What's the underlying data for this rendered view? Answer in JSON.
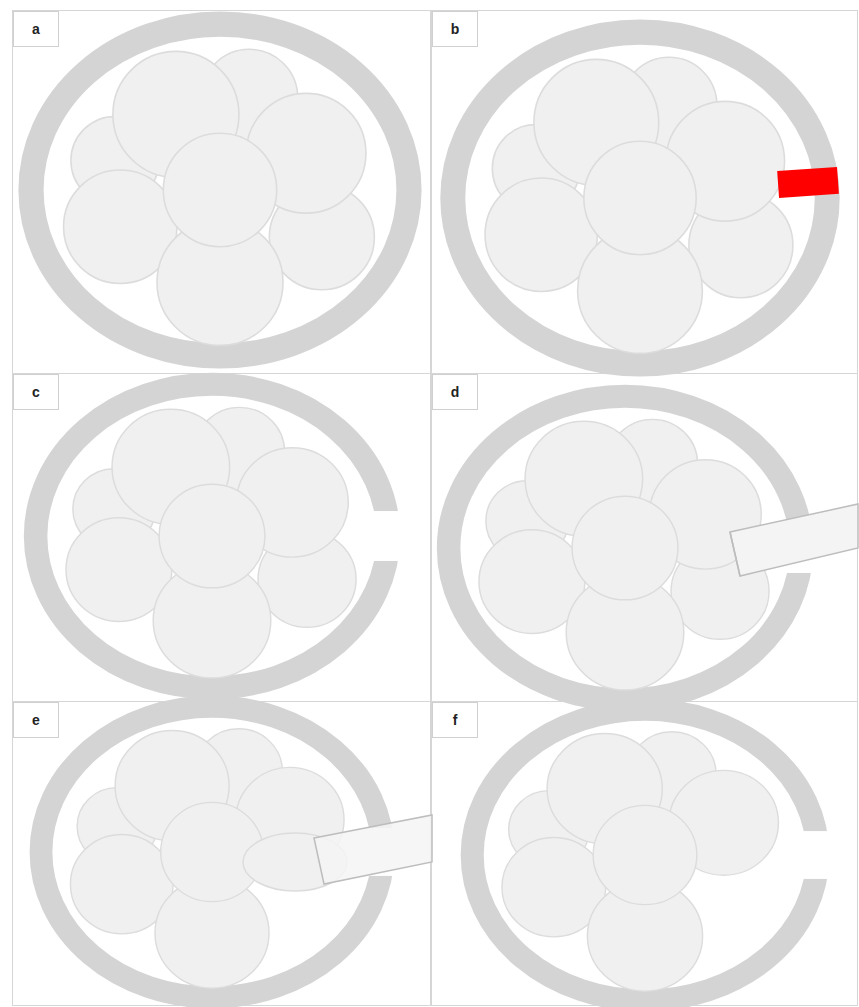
{
  "diagram": {
    "nodes": [
      {
        "text": [
          "a"
        ]
      },
      {
        "text": [
          "b"
        ]
      },
      {
        "text": [
          "c"
        ]
      },
      {
        "text": [
          "d"
        ]
      },
      {
        "text": [
          "e"
        ]
      },
      {
        "text": [
          "f"
        ]
      }
    ]
  }
}
